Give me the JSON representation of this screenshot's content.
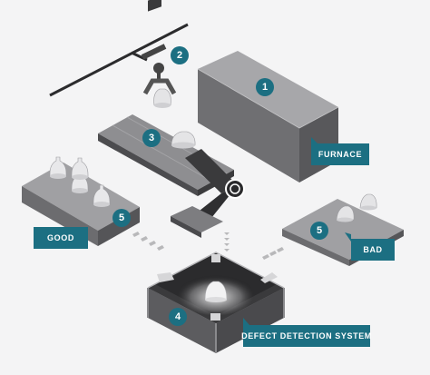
{
  "colors": {
    "accent": "#1c6f82",
    "box_top": "#a3a3a6",
    "box_front": "#6d6d70",
    "box_side": "#57575a",
    "product": "#e6e6e8"
  },
  "steps": {
    "furnace_number": "1",
    "gripper_number": "2",
    "conveyor_number": "3",
    "detection_number": "4",
    "good_number": "5",
    "bad_number": "5"
  },
  "labels": {
    "furnace": "FURNACE",
    "good": "GOOD",
    "bad": "BAD",
    "defect_detection": "DEFECT DETECTION SYSTEM"
  }
}
